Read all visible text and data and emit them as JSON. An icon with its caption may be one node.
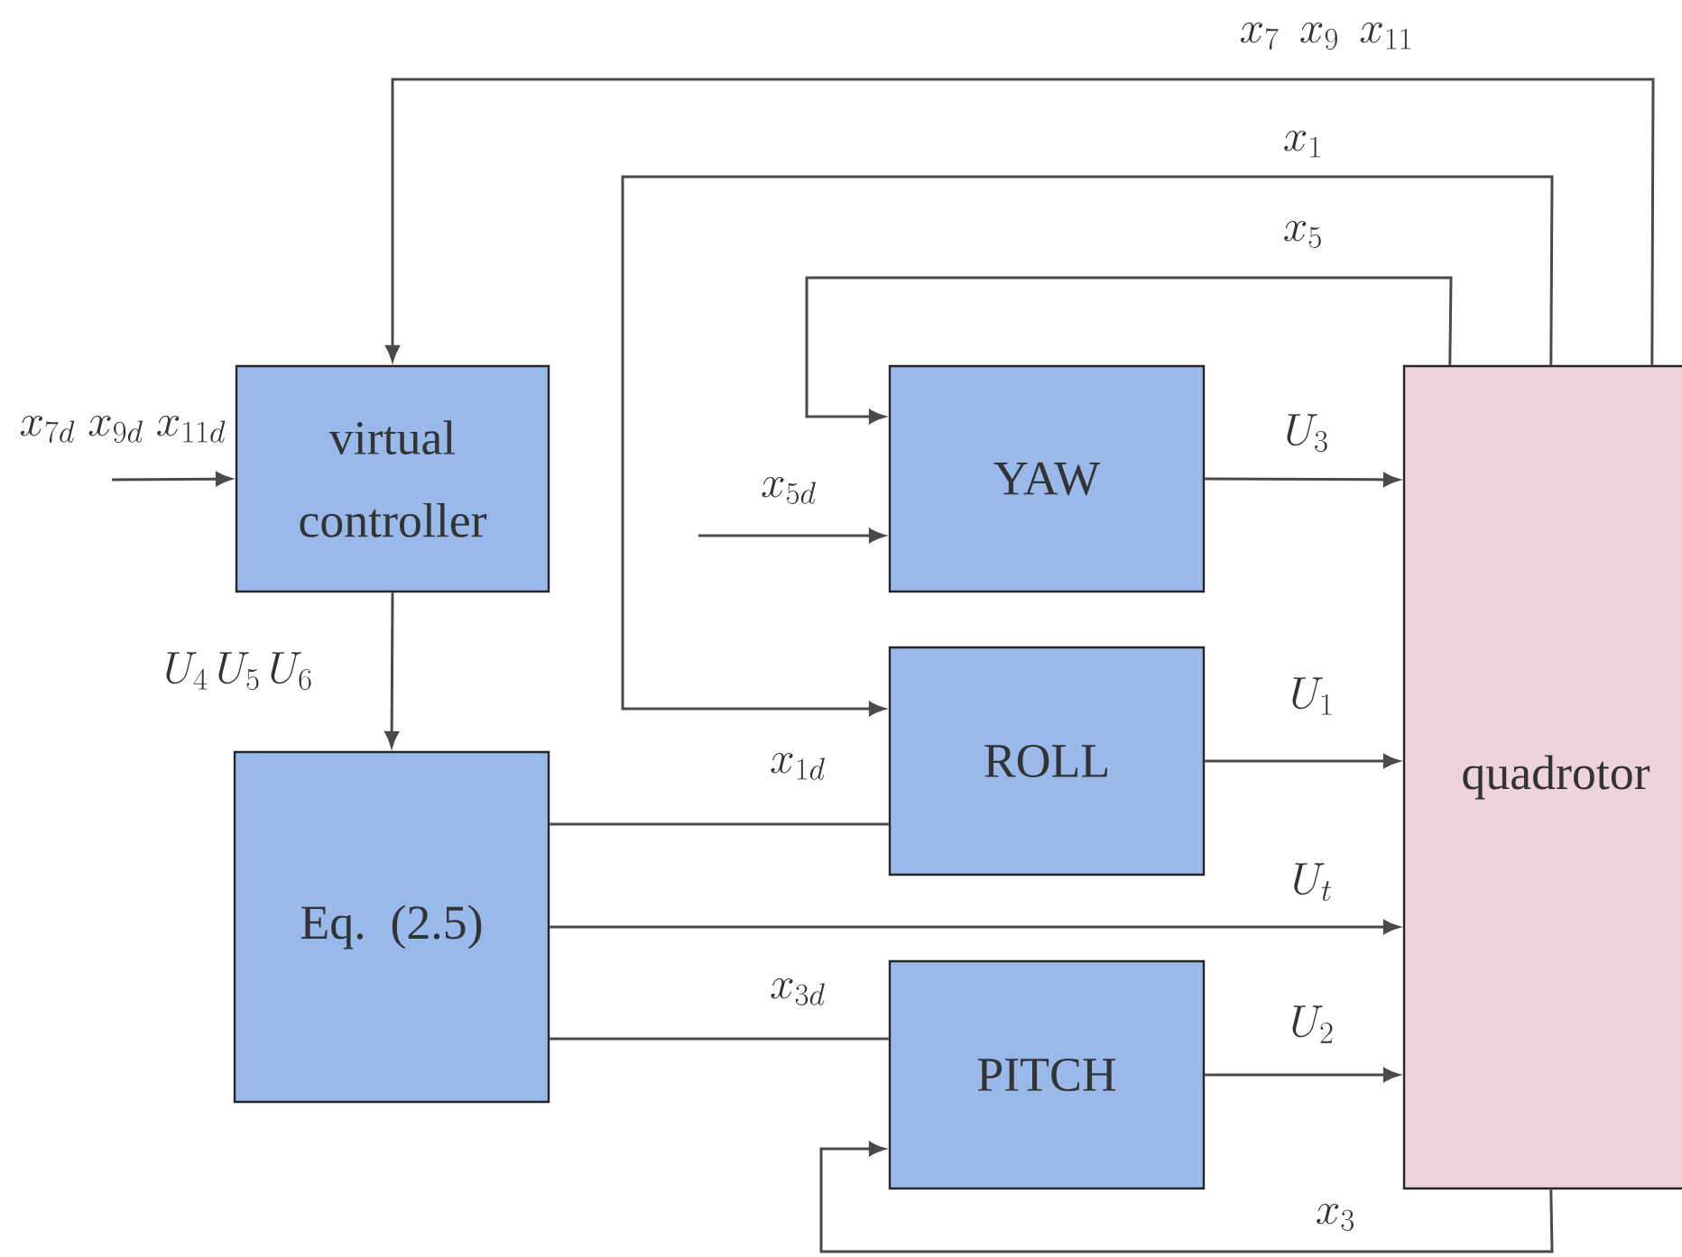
{
  "diagram": {
    "nodes": [
      {
        "text": [
          "virtual controller"
        ]
      },
      {
        "text": [
          "YAW"
        ]
      },
      {
        "text": [
          "ROLL"
        ]
      },
      {
        "text": [
          "Eq. (2.5)"
        ]
      },
      {
        "text": [
          "PITCH"
        ]
      },
      {
        "text": [
          "quadrotor"
        ]
      }
    ],
    "edges": [
      {
        "from": null,
        "to": 0,
        "arrow": "to",
        "label": "x_{7d}\\;x_{9d}\\;x_{11d}"
      },
      {
        "from": 0,
        "to": 3,
        "arrow": "to",
        "label": "U_4\\,U_5\\,U_6"
      },
      {
        "from": 5,
        "to": 0,
        "arrow": "to",
        "label": "x_7\\;\\,x_9\\;\\,x_{11}"
      },
      {
        "from": 5,
        "to": 2,
        "arrow": "to",
        "label": "x_1"
      },
      {
        "from": 5,
        "to": 1,
        "arrow": "to",
        "label": "x_5"
      },
      {
        "from": null,
        "to": 1,
        "arrow": "to",
        "label": "x_{5d}"
      },
      {
        "from": 1,
        "to": 5,
        "arrow": "to",
        "label": "U_3"
      },
      {
        "from": 3,
        "to": 2,
        "arrow": "none",
        "label": "x_{1d}"
      },
      {
        "from": 2,
        "to": 5,
        "arrow": "to",
        "label": "U_1"
      },
      {
        "from": 3,
        "to": 5,
        "arrow": "to",
        "label": "U_t"
      },
      {
        "from": 3,
        "to": 4,
        "arrow": "none",
        "label": "x_{3d}"
      },
      {
        "from": 4,
        "to": 5,
        "arrow": "to",
        "label": "U_2"
      },
      {
        "from": 5,
        "to": 4,
        "arrow": "to",
        "label": "x_3"
      }
    ]
  }
}
